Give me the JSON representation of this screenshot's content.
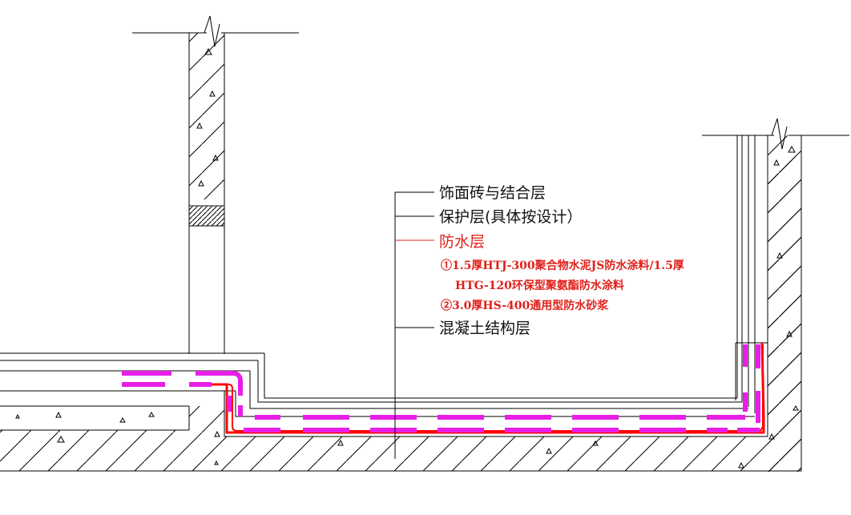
{
  "labels": {
    "tile_layer": "饰面砖与结合层",
    "protective_layer": "保护层(具体按设计）",
    "waterproof_layer": "防水层",
    "waterproof_spec_1a": "①1.5厚HTJ-300聚合物水泥JS防水涂料/1.5厚",
    "waterproof_spec_1b": "HTG-120环保型聚氨酯防水涂料",
    "waterproof_spec_2": "②3.0厚HS-400通用型防水砂浆",
    "concrete_layer": "混凝土结构层"
  },
  "colors": {
    "line": "#000000",
    "waterproof_dash": "#e81ee8",
    "waterproof_red": "#ff0000",
    "label_red": "#e0201a"
  }
}
